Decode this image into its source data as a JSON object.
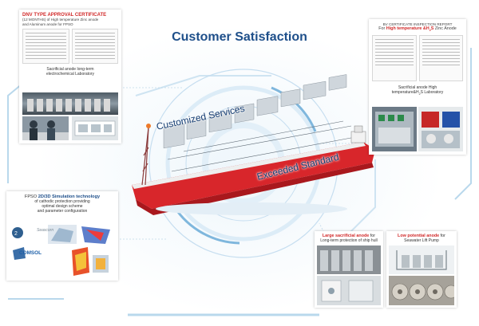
{
  "title": "Customer Satisfaction",
  "ribbons": {
    "customized": "Customized Services",
    "exceeded": "Exceeded Standard"
  },
  "dnv": {
    "heading": "DNV TYPE APPROVAL CERTIFICATE",
    "line1": "(12 MONTHS) of High temperature Zinc anode",
    "line2": "and Aluminum anode for FPSO",
    "lab": "Sacrificial anode long-term",
    "lab2": "electrochemical Laboratory"
  },
  "bv": {
    "heading": "BV CERTIFICATE INSPECTION REPORT",
    "line_prefix": "For ",
    "line_bold": "High temperature &H",
    "line_sub": "2",
    "line_bold2": "S",
    "line_suffix": " Zinc Anode",
    "lab1": "Sacrificial anode High",
    "lab2": "temperature&H",
    "lab2_sub": "2",
    "lab2_end": "S Laboratory"
  },
  "sim": {
    "prefix": "FPSO ",
    "bold": "2D/3D Simulation technology",
    "line1": "of cathodic protection providing",
    "line2": "optimal design scheme",
    "line3": "and parameter configuration",
    "logo1": "Seascorn",
    "logo2": "COMSOL"
  },
  "large": {
    "bold": "Large sacrificial anode",
    "suffix": " for",
    "line2": "Long-term protection of ship hull"
  },
  "low": {
    "bold": "Low potential anode",
    "suffix": " for",
    "line2": "Seawater Lift Pump"
  },
  "colors": {
    "title": "#1e4f8a",
    "accent_red": "#d12a2a",
    "deco_blue": "#9cc7e4",
    "ship_hull": "#d8262b"
  }
}
